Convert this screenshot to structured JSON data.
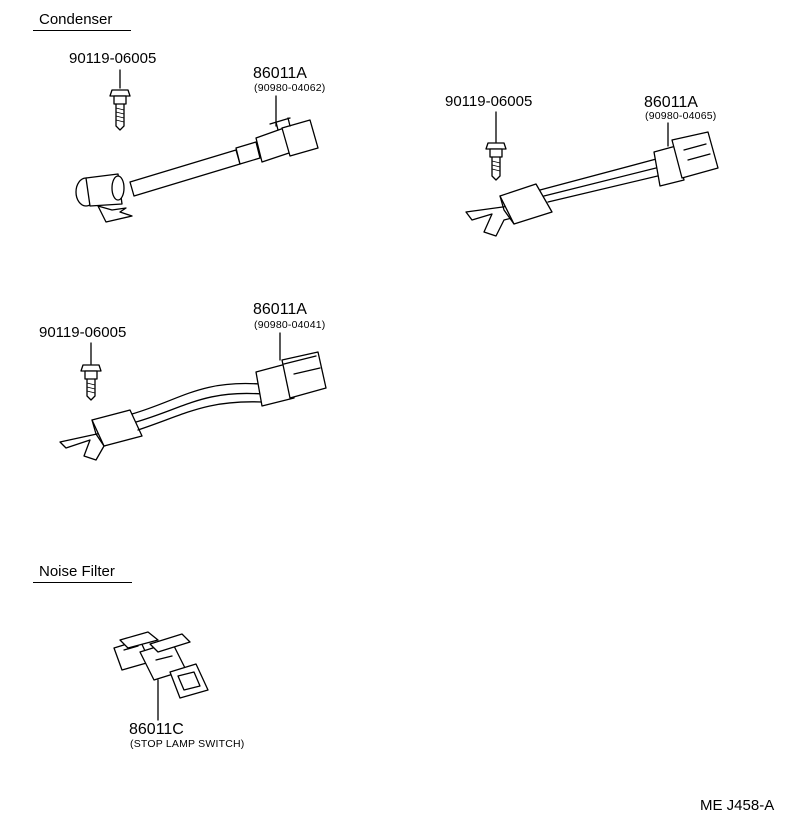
{
  "sections": {
    "condenser_title": "Condenser",
    "noise_filter_title": "Noise Filter"
  },
  "parts": {
    "c1": {
      "bolt": "90119-06005",
      "part": "86011A",
      "sub": "(90980-04062)"
    },
    "c2": {
      "bolt": "90119-06005",
      "part": "86011A",
      "sub": "(90980-04065)"
    },
    "c3": {
      "bolt": "90119-06005",
      "part": "86011A",
      "sub": "(90980-04041)"
    },
    "nf": {
      "part": "86011C",
      "sub": "(STOP LAMP SWITCH)"
    }
  },
  "figure_code": "ME J458-A"
}
